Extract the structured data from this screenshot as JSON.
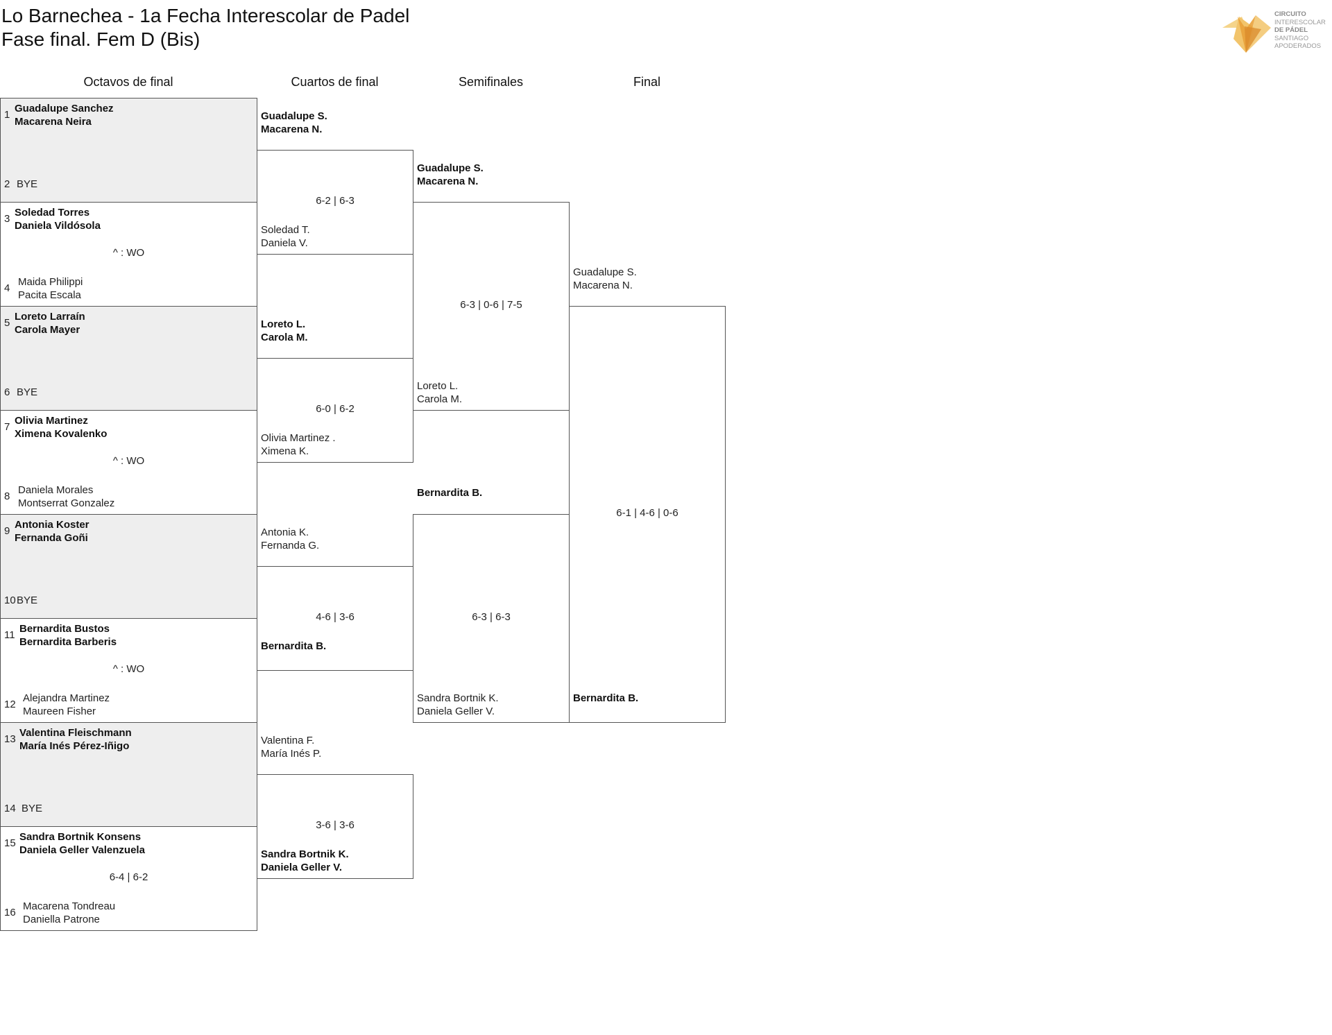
{
  "header": {
    "title_line1": "Lo Barnechea - 1a Fecha Interescolar de Padel",
    "title_line2": "Fase final. Fem D (Bis)"
  },
  "logo": {
    "line1": "CIRCUITO",
    "line2": "INTERESCOLAR",
    "line3": "DE PÁDEL",
    "line4": "SANTIAGO",
    "line5": "APODERADOS",
    "colors": [
      "#f2c46b",
      "#e9a23b",
      "#d98a2b"
    ]
  },
  "rounds": {
    "r16": "Octavos de final",
    "qf": "Cuartos de final",
    "sf": "Semifinales",
    "final": "Final"
  },
  "colors": {
    "bye_fill": "#eeeeee",
    "line": "#555555"
  },
  "octavos": [
    {
      "top_seed": "1",
      "top_p1": "Guadalupe Sanchez",
      "top_p2": "Macarena Neira",
      "bottom_seed": "2",
      "bottom_p1": "BYE",
      "bottom_p2": "",
      "result": ""
    },
    {
      "top_seed": "3",
      "top_p1": "Soledad Torres",
      "top_p2": "Daniela Vildósola",
      "bottom_seed": "4",
      "bottom_p1": "Maida Philippi",
      "bottom_p2": "Pacita Escala",
      "result": "^ : WO"
    },
    {
      "top_seed": "5",
      "top_p1": "Loreto Larraín",
      "top_p2": "Carola Mayer",
      "bottom_seed": "6",
      "bottom_p1": "BYE",
      "bottom_p2": "",
      "result": ""
    },
    {
      "top_seed": "7",
      "top_p1": "Olivia Martinez",
      "top_p2": "Ximena Kovalenko",
      "bottom_seed": "8",
      "bottom_p1": "Daniela Morales",
      "bottom_p2": "Montserrat Gonzalez",
      "result": "^ : WO"
    },
    {
      "top_seed": "9",
      "top_p1": "Antonia Koster",
      "top_p2": "Fernanda Goñi",
      "bottom_seed": "10",
      "bottom_p1": "BYE",
      "bottom_p2": "",
      "result": ""
    },
    {
      "top_seed": "11",
      "top_p1": "Bernardita Bustos",
      "top_p2": "Bernardita Barberis",
      "bottom_seed": "12",
      "bottom_p1": "Alejandra Martinez",
      "bottom_p2": "Maureen Fisher",
      "result": "^ : WO"
    },
    {
      "top_seed": "13",
      "top_p1": "Valentina Fleischmann",
      "top_p2": "María Inés Pérez-Iñigo",
      "bottom_seed": "14",
      "bottom_p1": "BYE",
      "bottom_p2": "",
      "result": ""
    },
    {
      "top_seed": "15",
      "top_p1": "Sandra Bortnik Konsens",
      "top_p2": "Daniela Geller Valenzuela",
      "bottom_seed": "16",
      "bottom_p1": "Macarena Tondreau",
      "bottom_p2": "Daniella Patrone",
      "result": "6-4 | 6-2"
    }
  ],
  "cuartos": [
    {
      "top_p1": "Guadalupe S.",
      "top_p2": "Macarena N.",
      "top_win": true,
      "bottom_p1": "Soledad T.",
      "bottom_p2": "Daniela V.",
      "bottom_win": false,
      "result": "6-2 | 6-3"
    },
    {
      "top_p1": "Loreto L.",
      "top_p2": "Carola M.",
      "top_win": true,
      "bottom_p1": "Olivia Martinez .",
      "bottom_p2": "Ximena K.",
      "bottom_win": false,
      "result": "6-0 | 6-2"
    },
    {
      "top_p1": "Antonia K.",
      "top_p2": "Fernanda G.",
      "top_win": false,
      "bottom_p1": "Bernardita B.",
      "bottom_p2": "",
      "bottom_win": true,
      "result": "4-6 | 3-6"
    },
    {
      "top_p1": "Valentina F.",
      "top_p2": "María Inés P.",
      "top_win": false,
      "bottom_p1": "Sandra Bortnik K.",
      "bottom_p2": "Daniela Geller V.",
      "bottom_win": true,
      "result": "3-6 | 3-6"
    }
  ],
  "semis": [
    {
      "top_p1": "Guadalupe S.",
      "top_p2": "Macarena N.",
      "top_win": true,
      "bottom_p1": "Loreto L.",
      "bottom_p2": "Carola M.",
      "bottom_win": false,
      "result": "6-3 | 0-6 | 7-5"
    },
    {
      "top_p1": "Bernardita B.",
      "top_p2": "",
      "top_win": true,
      "bottom_p1": "Sandra Bortnik K.",
      "bottom_p2": "Daniela Geller V.",
      "bottom_win": false,
      "result": "6-3 | 6-3"
    }
  ],
  "final": [
    {
      "top_p1": "Guadalupe S.",
      "top_p2": "Macarena N.",
      "top_win": false,
      "bottom_p1": "Bernardita B.",
      "bottom_p2": "",
      "bottom_win": true,
      "result": "6-1 | 4-6 | 0-6"
    }
  ]
}
